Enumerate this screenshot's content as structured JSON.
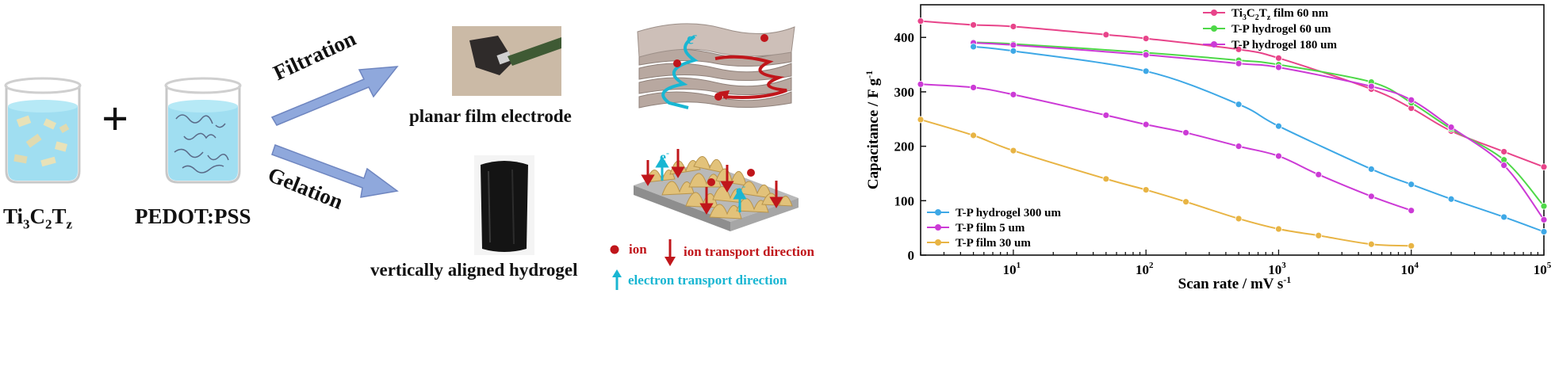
{
  "labels": {
    "ti3c2tz": {
      "main": "Ti",
      "s1": "3",
      "c": "C",
      "s2": "2",
      "t": "T",
      "s3": "z"
    },
    "plus": "+",
    "pedot": "PEDOT:PSS",
    "filtration": "Filtration",
    "gelation": "Gelation",
    "planar": "planar film electrode",
    "vertical": "vertically aligned hydrogel",
    "electron_symbol": "e",
    "electron_sup": "-",
    "legend_ion": "ion",
    "legend_ion_dir": "ion transport direction",
    "legend_electron_dir": "electron transport direction"
  },
  "colors": {
    "water": "#8fd8ee",
    "arrow": "#8fa8dc",
    "ion": "#c0161b",
    "electron": "#19b6d2",
    "mxene_tan": "#e2c27a",
    "film_gray": "#b8a8a0"
  },
  "chart_data": {
    "type": "line",
    "x_scale": "log",
    "xlim": [
      2,
      100000
    ],
    "ylim": [
      0,
      460
    ],
    "x_ticks": [
      {
        "value": 10,
        "base": "10",
        "exp": "1"
      },
      {
        "value": 100,
        "base": "10",
        "exp": "2"
      },
      {
        "value": 1000,
        "base": "10",
        "exp": "3"
      },
      {
        "value": 10000,
        "base": "10",
        "exp": "4"
      },
      {
        "value": 100000,
        "base": "10",
        "exp": "5"
      }
    ],
    "y_ticks": [
      0,
      100,
      200,
      300,
      400
    ],
    "xlabel": {
      "text": "Scan rate / mV s",
      "sup": "-1"
    },
    "ylabel": {
      "text": "Capacitance / F g",
      "sup": "-1"
    },
    "legend_top": "top-right",
    "legend_bottom": "bottom-left",
    "series": [
      {
        "name_parts": [
          "Ti",
          "3",
          "C",
          "2",
          "T",
          "z",
          " film 60 nm"
        ],
        "color": "#e8448a",
        "legend": "top",
        "x": [
          2,
          5,
          10,
          50,
          100,
          500,
          1000,
          5000,
          10000,
          20000,
          50000,
          100000
        ],
        "y": [
          430,
          423,
          420,
          405,
          398,
          378,
          362,
          305,
          270,
          228,
          190,
          162
        ]
      },
      {
        "name": "T-P hydrogel 60 um",
        "color": "#4ed848",
        "legend": "top",
        "x": [
          5,
          10,
          100,
          500,
          1000,
          5000,
          10000,
          20000,
          50000,
          100000
        ],
        "y": [
          391,
          388,
          372,
          358,
          350,
          318,
          280,
          232,
          175,
          90
        ]
      },
      {
        "name": "T-P hydrogel 180 um",
        "color": "#cc3ad6",
        "legend": "top",
        "x": [
          5,
          10,
          100,
          500,
          1000,
          5000,
          10000,
          20000,
          50000,
          100000
        ],
        "y": [
          390,
          386,
          368,
          352,
          345,
          310,
          285,
          235,
          165,
          65
        ]
      },
      {
        "name": "T-P hydrogel 300 um",
        "color": "#3ea8e6",
        "legend": "bottom",
        "x": [
          5,
          10,
          100,
          500,
          1000,
          5000,
          10000,
          20000,
          50000,
          100000
        ],
        "y": [
          383,
          375,
          338,
          277,
          237,
          158,
          130,
          103,
          70,
          43
        ]
      },
      {
        "name": "T-P film 5 um",
        "color": "#cc3ad6",
        "legend": "bottom",
        "x": [
          2,
          5,
          10,
          50,
          100,
          200,
          500,
          1000,
          2000,
          5000,
          10000
        ],
        "y": [
          314,
          308,
          295,
          257,
          240,
          225,
          200,
          182,
          148,
          108,
          82
        ]
      },
      {
        "name": "T-P film 30 um",
        "color": "#e8b444",
        "legend": "bottom",
        "x": [
          2,
          5,
          10,
          50,
          100,
          200,
          500,
          1000,
          2000,
          5000,
          10000
        ],
        "y": [
          249,
          220,
          192,
          140,
          120,
          98,
          67,
          48,
          36,
          20,
          17
        ]
      }
    ]
  }
}
